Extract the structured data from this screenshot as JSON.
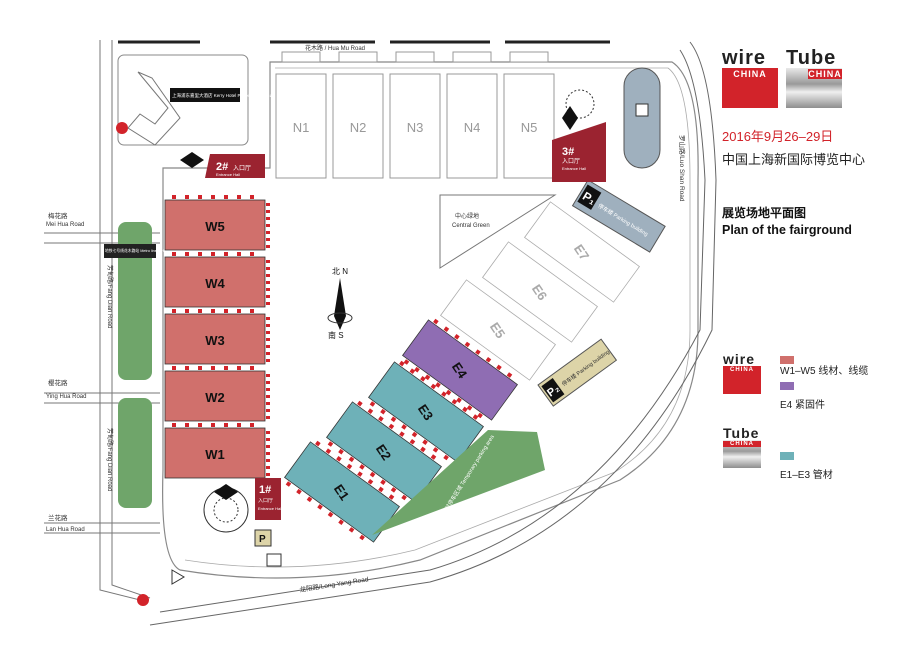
{
  "roads": {
    "hua_mu": "花木路 / Hua Mu Road",
    "mei_hua": "梅花路",
    "mei_hua_en": "Mei Hua Road",
    "fang_dian_top": "芳甸路/Fang Dian Road",
    "ying_hua": "樱花路",
    "ying_hua_en": "Ying Hua Road",
    "fang_dian_bottom": "芳甸路/Fang Dian Road",
    "lan_hua": "兰花路",
    "lan_hua_en": "Lan Hua Road",
    "long_yang": "龙阳路/Long Yang Road",
    "luo_shan": "罗山路/Luo Shan Road"
  },
  "landmarks": {
    "hotel": "上海浦东嘉里大酒店 Kerry Hotel Pudong Shanghai",
    "metro": "地铁七号线花木路站 Metro line 7 Huamu Rd. Station",
    "green_cn": "中心绿地",
    "green_en": "Central Green",
    "temp_parking": "临时停车区域 Temporary parking area",
    "parking_building_a": "停车楼 Parking building",
    "parking_building_b": "停车楼 Parking building",
    "compass_n": "北 N",
    "compass_s": "南 S",
    "p_label": "P₁",
    "p_label_b": "P₂",
    "p_label_c": "P"
  },
  "entrances": [
    {
      "num": "2#",
      "cn": "入口厅",
      "en": "Entrance Hall"
    },
    {
      "num": "3#",
      "cn": "入口厅",
      "en": "Entrance Hall"
    },
    {
      "num": "1#",
      "cn": "入口厅",
      "en": "Entrance Hall"
    }
  ],
  "halls_north": [
    "N1",
    "N2",
    "N3",
    "N4",
    "N5"
  ],
  "halls_west": [
    "W5",
    "W4",
    "W3",
    "W2",
    "W1"
  ],
  "halls_east_blue": [
    "E1",
    "E2",
    "E3"
  ],
  "hall_e4": "E4",
  "halls_east_empty": [
    "E5",
    "E6",
    "E7"
  ],
  "colors": {
    "wire": "#d0706c",
    "e4": "#8f6db3",
    "tube": "#6eb1b8",
    "green": "#6fa56a",
    "red": "#d2232a",
    "dark_red": "#9b2330",
    "parking": "#9fb0be",
    "parking_p2": "#ddd4a8"
  },
  "legend": {
    "wire_word": "wire",
    "tube_word": "Tube",
    "china": "CHINA",
    "date": "2016年9月26–29日",
    "venue": "中国上海新国际博览中心",
    "plan_cn": "展览场地平面图",
    "plan_en": "Plan of the fairground",
    "wire_key": "W1–W5  线材、线缆",
    "e4_key": "E4 紧固件",
    "tube_key": "E1–E3  管材"
  }
}
